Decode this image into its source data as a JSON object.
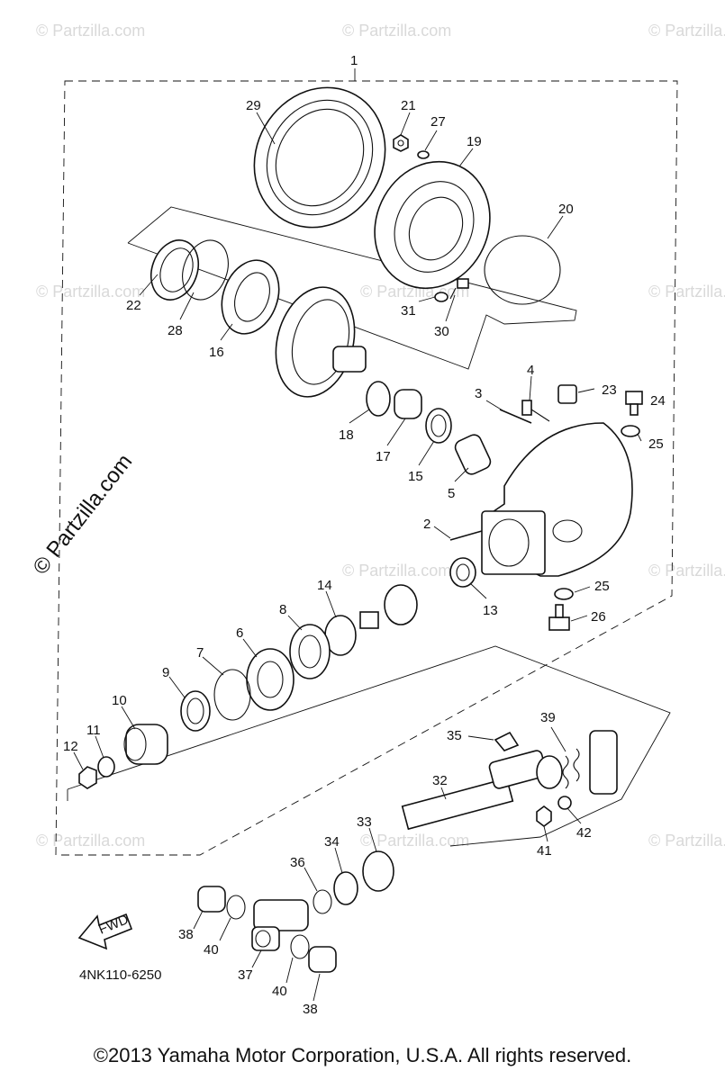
{
  "watermark": {
    "brand_small": "© Partzilla.com",
    "brand_large": "© Partzilla.com"
  },
  "diagram": {
    "assembly_callout": "1",
    "part_code": "4NK110-6250",
    "fwd_label": "FWD",
    "callouts": [
      "29",
      "21",
      "27",
      "19",
      "20",
      "22",
      "28",
      "16",
      "31",
      "30",
      "4",
      "3",
      "23",
      "24",
      "25",
      "18",
      "17",
      "15",
      "5",
      "2",
      "13",
      "25",
      "26",
      "14",
      "8",
      "6",
      "7",
      "9",
      "10",
      "11",
      "12",
      "35",
      "39",
      "32",
      "33",
      "34",
      "36",
      "41",
      "42",
      "38",
      "40",
      "37",
      "40",
      "38"
    ]
  },
  "footer": {
    "copyright": "©2013  Yamaha Motor Corporation, U.S.A. All rights reserved."
  }
}
